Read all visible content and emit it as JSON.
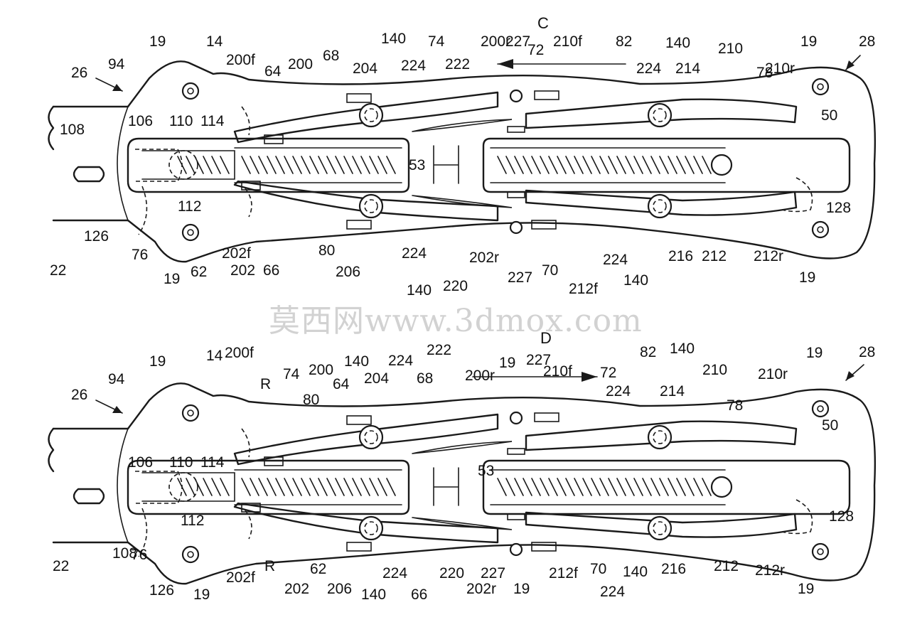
{
  "watermark": "莫西网www.3dmox.com",
  "figures": [
    {
      "id": "top",
      "direction_label": "C",
      "labels": [
        "26",
        "94",
        "19",
        "14",
        "200f",
        "64",
        "200",
        "68",
        "204",
        "140",
        "224",
        "74",
        "222",
        "200r",
        "227",
        "72",
        "210f",
        "82",
        "140",
        "224",
        "214",
        "210",
        "78",
        "19",
        "28",
        "210r",
        "50",
        "108",
        "106",
        "110",
        "114",
        "53",
        "112",
        "126",
        "76",
        "22",
        "19",
        "202f",
        "62",
        "202",
        "80",
        "66",
        "206",
        "224",
        "140",
        "220",
        "202r",
        "227",
        "70",
        "212f",
        "224",
        "140",
        "216",
        "212",
        "212r",
        "128",
        "19"
      ]
    },
    {
      "id": "bottom",
      "direction_label": "D",
      "labels": [
        "26",
        "94",
        "19",
        "14",
        "200f",
        "R",
        "74",
        "80",
        "200",
        "140",
        "64",
        "204",
        "224",
        "68",
        "222",
        "200r",
        "19",
        "227",
        "210f",
        "72",
        "224",
        "82",
        "140",
        "214",
        "210",
        "78",
        "19",
        "28",
        "210r",
        "50",
        "106",
        "110",
        "114",
        "53",
        "108",
        "112",
        "76",
        "126",
        "22",
        "19",
        "202f",
        "R",
        "62",
        "202",
        "206",
        "140",
        "224",
        "66",
        "220",
        "202r",
        "227",
        "19",
        "212f",
        "70",
        "224",
        "140",
        "216",
        "212",
        "212r",
        "128",
        "19"
      ]
    }
  ]
}
